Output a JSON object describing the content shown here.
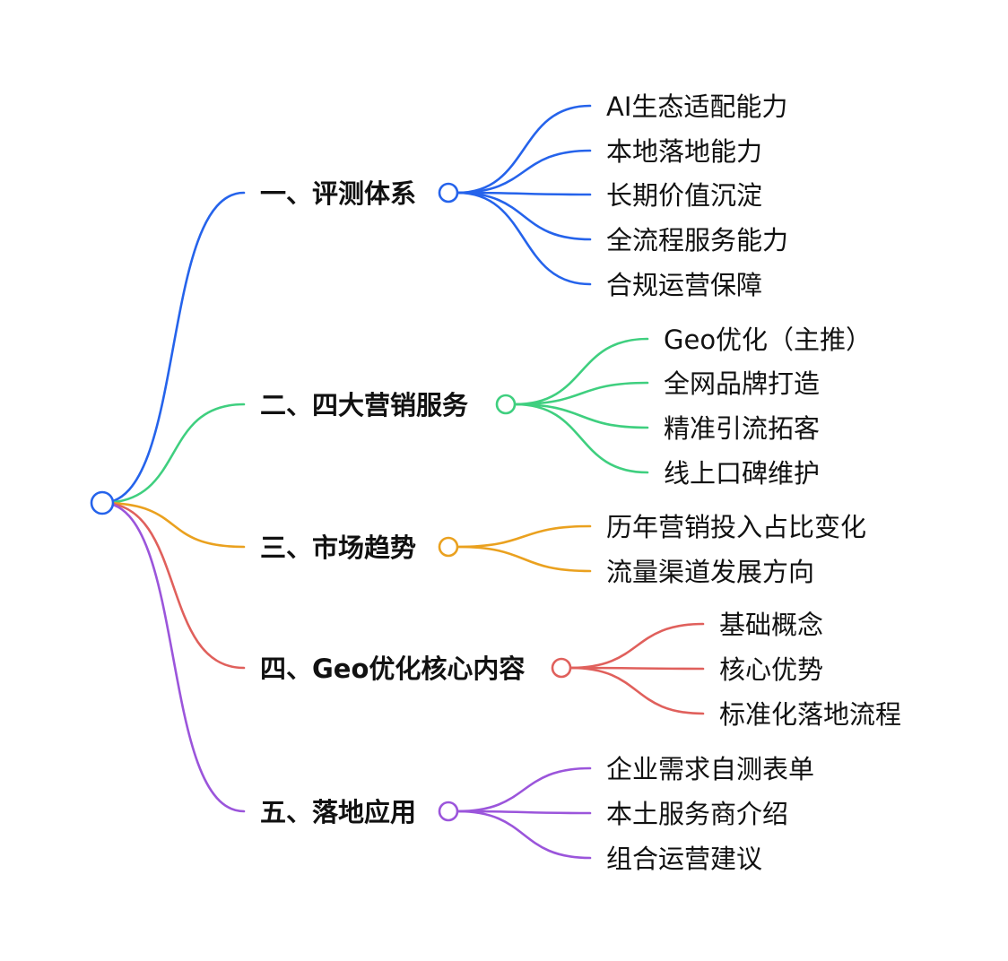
{
  "mindmap": {
    "branches": [
      {
        "label": "一、评测体系",
        "color": "#2563eb",
        "children": [
          "AI生态适配能力",
          "本地落地能力",
          "长期价值沉淀",
          "全流程服务能力",
          "合规运营保障"
        ]
      },
      {
        "label": "二、四大营销服务",
        "color": "#3fcf7f",
        "children": [
          "Geo优化（主推）",
          "全网品牌打造",
          "精准引流拓客",
          "线上口碑维护"
        ]
      },
      {
        "label": "三、市场趋势",
        "color": "#eaa11f",
        "children": [
          "历年营销投入占比变化",
          "流量渠道发展方向"
        ]
      },
      {
        "label": "四、Geo优化核心内容",
        "color": "#e0605c",
        "children": [
          "基础概念",
          "核心优势",
          "标准化落地流程"
        ]
      },
      {
        "label": "五、落地应用",
        "color": "#9b55db",
        "children": [
          "企业需求自测表单",
          "本土服务商介绍",
          "组合运营建议"
        ]
      }
    ]
  }
}
